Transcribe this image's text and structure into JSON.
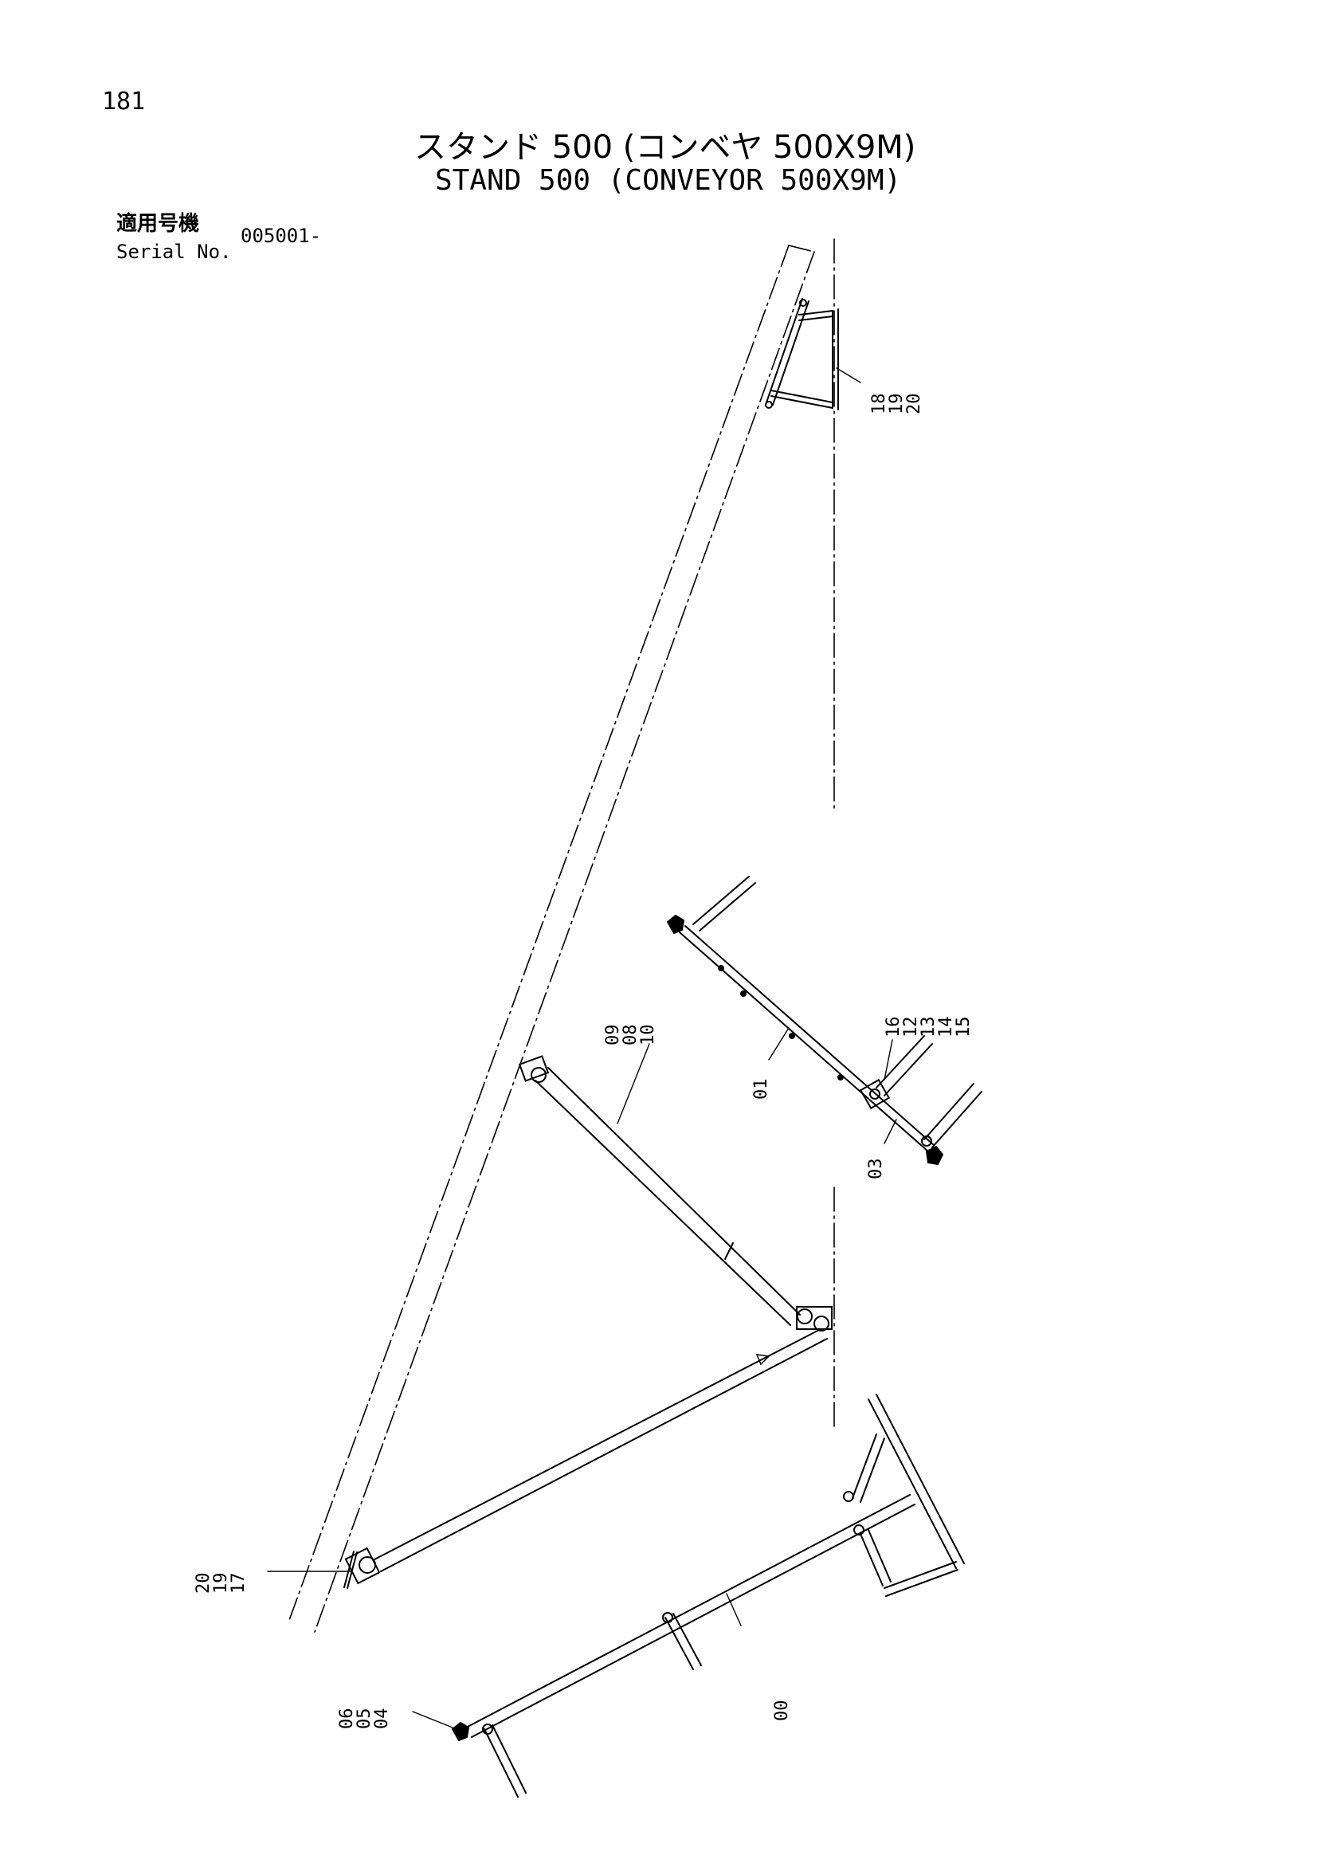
{
  "page": {
    "number": "181"
  },
  "title": {
    "japanese": "スタンド 500 (コンベヤ 500X9M)",
    "english": "STAND 500 (CONVEYOR 500X9M)"
  },
  "serial": {
    "label_japanese": "適用号機",
    "label_english": "Serial No.",
    "value": "005001-"
  },
  "callouts": {
    "c18_19_20": [
      "18",
      "19",
      "20"
    ],
    "c16_12_15": [
      "16",
      "12",
      "13",
      "14",
      "15"
    ],
    "c09_08_10": [
      "09",
      "08",
      "10"
    ],
    "c01": [
      "01"
    ],
    "c03": [
      "03"
    ],
    "c20_19_17": [
      "20",
      "19",
      "17"
    ],
    "c06_05_04": [
      "06",
      "05",
      "04"
    ],
    "c00": [
      "00"
    ]
  }
}
